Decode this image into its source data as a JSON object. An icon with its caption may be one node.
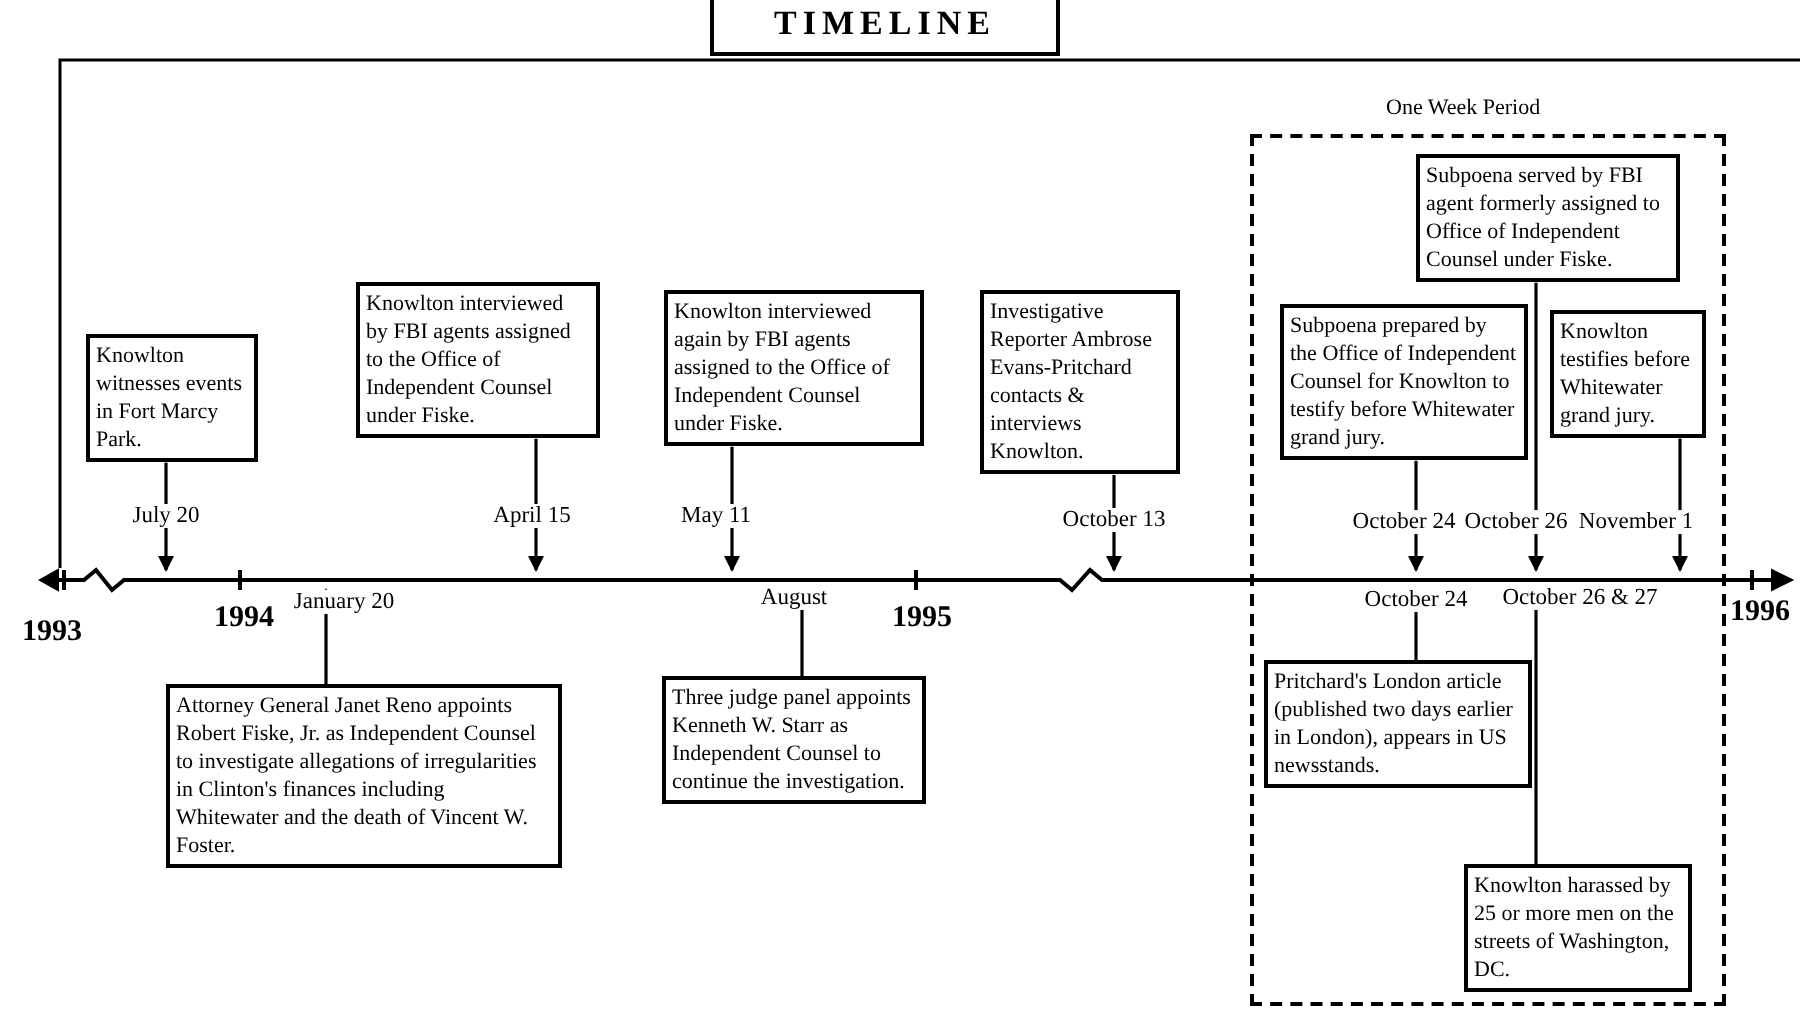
{
  "diagram": {
    "title": "TIMELINE",
    "nodes": [
      {
        "text": [
          "Knowlton witnesses events in Fort Marcy Park."
        ]
      },
      {
        "text": [
          "Knowlton interviewed by FBI agents assigned to the Office of Independent Counsel under Fiske."
        ]
      },
      {
        "text": [
          "Knowlton interviewed again by FBI agents assigned to the Office of Independent Counsel under Fiske."
        ]
      },
      {
        "text": [
          "Investigative Reporter Ambrose Evans-Pritchard contacts & interviews Knowlton."
        ]
      },
      {
        "text": [
          "One Week Period"
        ]
      },
      {
        "text": [
          "Subpoena served by FBI agent formerly assigned to Office of Independent Counsel under Fiske."
        ],
        "in": 4
      },
      {
        "text": [
          "Subpoena prepared by the Office of Independent Counsel for Knowlton to testify before Whitewater grand jury."
        ],
        "in": 4
      },
      {
        "text": [
          "Knowlton testifies before Whitewater grand jury."
        ],
        "in": 4
      },
      {
        "text": [],
        "shape": "bar",
        "beside": [
          "July 20",
          "April 15",
          "May 11",
          "October 13",
          "October 24",
          "October 26",
          "November 1",
          "1993",
          "1994",
          "January 20",
          "August",
          "1995",
          "October 24",
          "October 26 & 27",
          "1996"
        ]
      },
      {
        "text": [
          "Attorney General Janet Reno appoints Robert Fiske, Jr. as Independent Counsel to investigate allegations of irregularities in Clinton's finances including Whitewater and the death of Vincent W. Foster."
        ]
      },
      {
        "text": [
          "Three judge panel appoints Kenneth W. Starr as Independent Counsel to continue the investigation."
        ]
      },
      {
        "text": [
          "Pritchard's London article (published two days earlier in London), appears in US newsstands."
        ],
        "in": 4
      },
      {
        "text": [
          "Knowlton harassed by 25 or more men on the streets of Washington, DC."
        ],
        "in": 4
      }
    ],
    "edges": [
      {
        "from": 0,
        "to": 8,
        "arrow": "to"
      },
      {
        "from": 1,
        "to": 8,
        "arrow": "to"
      },
      {
        "from": 2,
        "to": 8,
        "arrow": "to"
      },
      {
        "from": 3,
        "to": 8,
        "arrow": "to"
      },
      {
        "from": 5,
        "to": 8,
        "arrow": "to"
      },
      {
        "from": 6,
        "to": 8,
        "arrow": "to"
      },
      {
        "from": 7,
        "to": 8,
        "arrow": "to"
      },
      {
        "from": 9,
        "to": 8,
        "arrow": "to"
      },
      {
        "from": 10,
        "to": 8,
        "arrow": "to"
      },
      {
        "from": 11,
        "to": 8,
        "arrow": "to"
      },
      {
        "from": 12,
        "to": 8,
        "arrow": "to"
      }
    ]
  }
}
